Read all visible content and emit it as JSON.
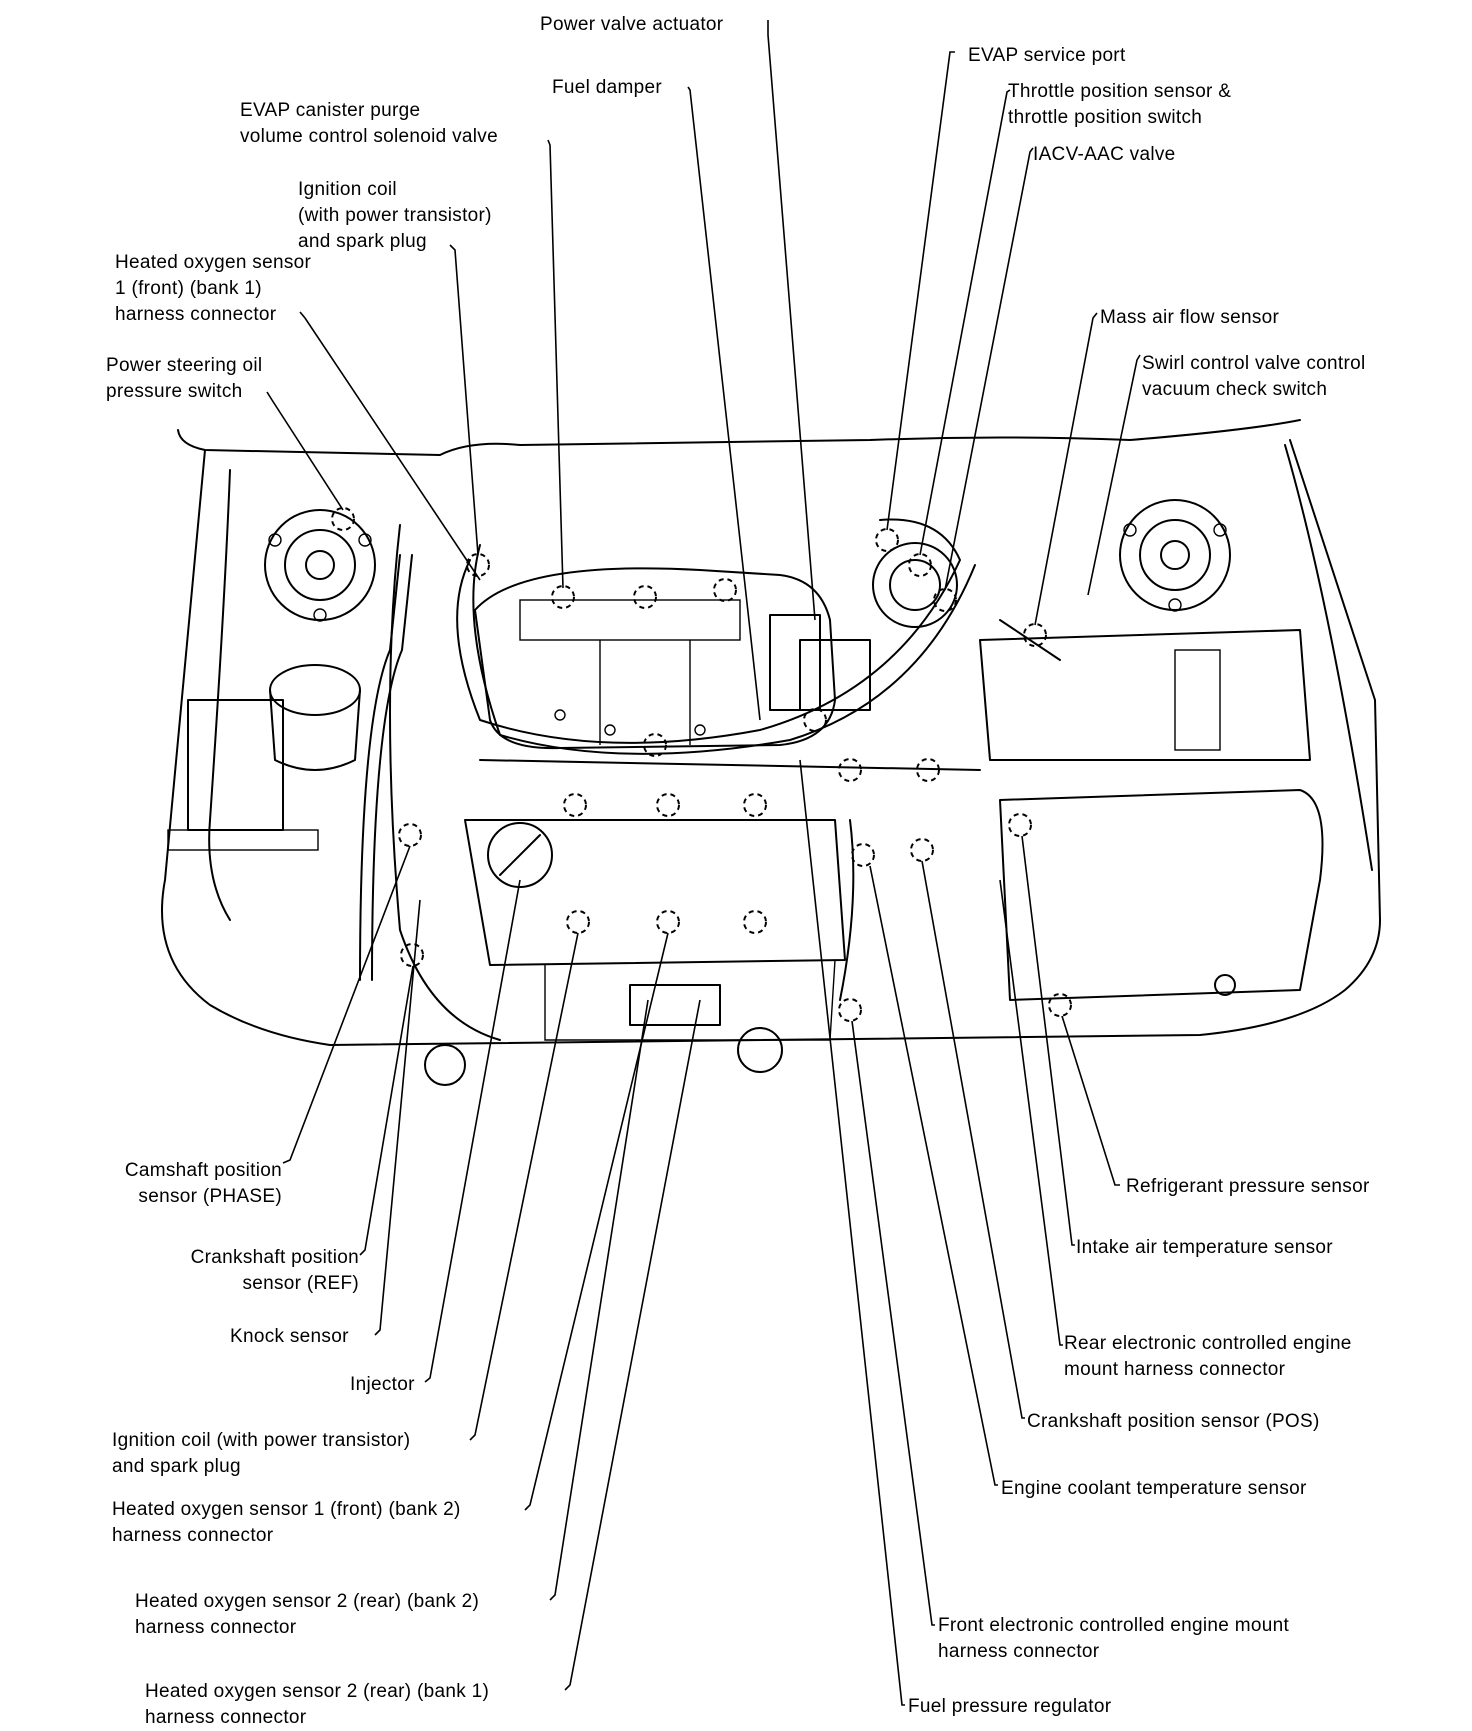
{
  "labels": {
    "power_valve_actuator": [
      "Power valve actuator"
    ],
    "evap_service_port": [
      "EVAP service port"
    ],
    "fuel_damper": [
      "Fuel damper"
    ],
    "throttle_position_sensor": [
      "Throttle position sensor &",
      "throttle position switch"
    ],
    "evap_canister_purge": [
      "EVAP canister purge",
      "volume control solenoid valve"
    ],
    "iacv_aac_valve": [
      "IACV-AAC valve"
    ],
    "ignition_coil_top": [
      "Ignition coil",
      "(with power transistor)",
      "and spark plug"
    ],
    "ho2s1_bank1": [
      "Heated oxygen sensor",
      "1 (front) (bank 1)",
      "harness connector"
    ],
    "mass_air_flow_sensor": [
      "Mass air flow sensor"
    ],
    "swirl_control_valve": [
      "Swirl control valve control",
      "vacuum check switch"
    ],
    "power_steering_switch": [
      "Power steering oil",
      "pressure switch"
    ],
    "camshaft_position_sensor": [
      "Camshaft position",
      "sensor (PHASE)"
    ],
    "refrigerant_pressure_sensor": [
      "Refrigerant pressure sensor"
    ],
    "crankshaft_ref": [
      "Crankshaft position",
      "sensor (REF)"
    ],
    "intake_air_temp_sensor": [
      "Intake air temperature sensor"
    ],
    "knock_sensor": [
      "Knock sensor"
    ],
    "rear_engine_mount": [
      "Rear electronic controlled engine",
      "mount harness connector"
    ],
    "injector": [
      "Injector"
    ],
    "crankshaft_pos": [
      "Crankshaft position sensor (POS)"
    ],
    "ignition_coil_bottom": [
      "Ignition coil (with power transistor)",
      "and spark plug"
    ],
    "engine_coolant_temp_sensor": [
      "Engine coolant temperature sensor"
    ],
    "ho2s1_bank2": [
      "Heated oxygen sensor 1 (front) (bank 2)",
      "harness connector"
    ],
    "ho2s2_bank2": [
      "Heated oxygen sensor 2 (rear) (bank 2)",
      "harness connector"
    ],
    "front_engine_mount": [
      "Front electronic controlled engine mount",
      "harness connector"
    ],
    "ho2s2_bank1": [
      "Heated oxygen sensor 2 (rear) (bank 1)",
      "harness connector"
    ],
    "fuel_pressure_regulator": [
      "Fuel pressure regulator"
    ]
  }
}
